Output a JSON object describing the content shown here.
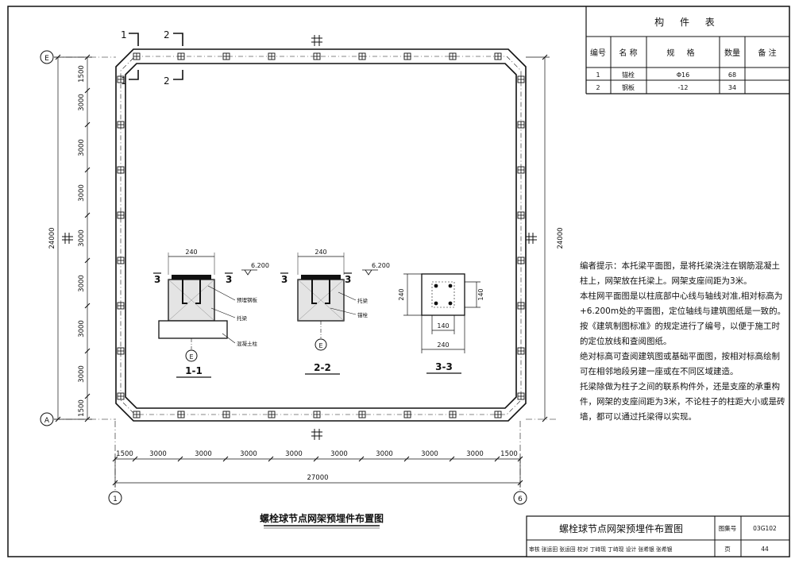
{
  "component_table": {
    "title": "构 件 表",
    "headers": [
      "编号",
      "名 称",
      "规 格",
      "数量",
      "备 注"
    ],
    "rows": [
      {
        "no": "1",
        "name": "锚栓",
        "spec": "Φ16",
        "qty": "68",
        "remark": ""
      },
      {
        "no": "2",
        "name": "钢板",
        "spec": "-12",
        "qty": "34",
        "remark": ""
      }
    ]
  },
  "axes": {
    "top_left": "E",
    "bottom_left": "A",
    "bottom_start": "1",
    "bottom_end": "6"
  },
  "dimensions": {
    "left": [
      "1500",
      "3000",
      "3000",
      "3000",
      "3000",
      "3000",
      "3000",
      "1500"
    ],
    "left_total": "24000",
    "right_total": "24000",
    "bottom": [
      "1500",
      "3000",
      "3000",
      "3000",
      "3000",
      "3000",
      "3000",
      "3000",
      "3000",
      "1500"
    ],
    "bottom_total": "27000"
  },
  "section_marks": {
    "mark1": "1",
    "mark2": "2",
    "mark3": "3"
  },
  "sections": {
    "s11": {
      "title": "1-1",
      "width": "240",
      "elev": "6.200",
      "labels": [
        "预埋钢板",
        "托梁",
        "混凝土柱"
      ],
      "axis": "E"
    },
    "s22": {
      "title": "2-2",
      "width": "240",
      "elev": "6.200",
      "labels": [
        "托梁",
        "锚栓"
      ],
      "axis": "E"
    },
    "s33": {
      "title": "3-3",
      "h_outer": "240",
      "h_inner": "140",
      "w_inner": "140",
      "w_outer": "240"
    }
  },
  "drawing_title": "螺栓球节点网架预埋件布置图",
  "notes": [
    "编者提示：本托梁平面图，是将托梁浇注在钢筋混凝土柱上，网架放在托梁上。网架支座间距为3米。",
    "本柱网平面图是以柱底部中心线与轴线对准,相对标高为+6.200m处的平面图，定位轴线与建筑图纸是一致的。按《建筑制图标准》的规定进行了编号，以便于施工时的定位放线和查阅图纸。",
    "绝对标高可查阅建筑图或基础平面图，按相对标高绘制可在相邻地段另建一座或在不同区域建造。",
    "托梁除做为柱子之间的联系构件外，还是支座的承重构件，网架的支座间距为3米，不论柱子的柱距大小或是砖墙，都可以通过托梁得以实现。"
  ],
  "title_block": {
    "title": "螺栓球节点网架预埋件布置图",
    "atlas_label": "图集号",
    "atlas_no": "03G102",
    "sign_row": "审核 张运田 张运田 校对 丁峙现 丁峙现 设计 张希银 张希银",
    "page_label": "页",
    "page_no": "44"
  }
}
